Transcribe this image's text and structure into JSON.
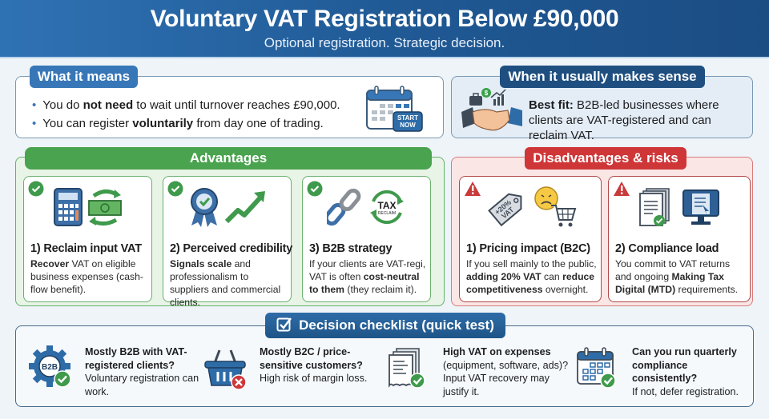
{
  "header": {
    "title": "Voluntary VAT Registration Below £90,000",
    "subtitle": "Optional registration. Strategic decision."
  },
  "what_it_means": {
    "label": "What it means",
    "bullets": [
      {
        "pre": "You do ",
        "bold": "not need",
        "post": " to wait until turnover reaches £90,000."
      },
      {
        "pre": "You can register ",
        "bold": "voluntarily",
        "post": " from day one of trading."
      }
    ],
    "icon": "calendar-start-now-icon",
    "icon_badge": [
      "START",
      "NOW"
    ]
  },
  "when_it_makes_sense": {
    "label": "When it usually makes sense",
    "bold": "Best fit:",
    "text": " B2B-led businesses where clients are VAT-registered and can reclaim VAT.",
    "icon": "handshake-icon"
  },
  "advantages": {
    "label": "Advantages",
    "cards": [
      {
        "title": "1) Reclaim input VAT",
        "body": [
          {
            "b": "Recover"
          },
          {
            "t": " VAT on eligible business expenses (cash-flow benefit)."
          }
        ],
        "icons": [
          "calculator-icon",
          "cash-cycle-icon"
        ]
      },
      {
        "title": "2) Perceived credibility",
        "body": [
          {
            "b": "Signals scale"
          },
          {
            "t": " and professionalism to suppliers and commercial clients."
          }
        ],
        "icons": [
          "award-rosette-icon",
          "trend-up-arrow-icon"
        ]
      },
      {
        "title": "3) B2B strategy",
        "body": [
          {
            "t": "If your clients are VAT-regi, VAT is often "
          },
          {
            "b": "cost-neutral to them"
          },
          {
            "t": " (they reclaim it)."
          }
        ],
        "icons": [
          "chain-link-icon",
          "tax-reclaim-icon"
        ]
      }
    ],
    "tax_badge": [
      "TAX",
      "RECLAIM"
    ]
  },
  "disadvantages": {
    "label": "Disadvantages & risks",
    "cards": [
      {
        "title": "1) Pricing impact (B2C)",
        "body": [
          {
            "t": "If you sell mainly to the public, "
          },
          {
            "b": "adding 20% VAT"
          },
          {
            "t": " can "
          },
          {
            "b": "reduce competitiveness"
          },
          {
            "t": " overnight."
          }
        ],
        "icons": [
          "price-tag-icon",
          "sad-shopping-cart-icon"
        ]
      },
      {
        "title": "2) Compliance load",
        "body": [
          {
            "t": "You commit to VAT returns and ongoing "
          },
          {
            "b": "Making Tax Digital (MTD)"
          },
          {
            "t": " requirements."
          }
        ],
        "icons": [
          "documents-icon",
          "computer-monitor-icon"
        ]
      }
    ],
    "tag_text": [
      "+20%",
      "VAT"
    ]
  },
  "checklist": {
    "label": "Decision checklist (quick test)",
    "items": [
      {
        "bold": "Mostly B2B with VAT-registered clients?",
        "text": "Voluntary registration can work.",
        "icon": "b2b-gear-check-icon",
        "icon_text": "B2B"
      },
      {
        "bold": "Mostly B2C / price-sensitive customers?",
        "text": "High risk of margin loss.",
        "icon": "basket-cross-icon"
      },
      {
        "bold": "High VAT on expenses",
        "text": "(equipment, software, ads)? Input VAT recovery may justify it.",
        "icon": "receipt-check-icon"
      },
      {
        "bold": "Can you run quarterly compliance consistently?",
        "text": "If not, defer registration.",
        "icon": "calendar-check-icon"
      }
    ]
  },
  "colors": {
    "header_blue": "#1f5893",
    "accent_blue": "#3777b7",
    "green": "#4aa34e",
    "red": "#cf3638"
  }
}
